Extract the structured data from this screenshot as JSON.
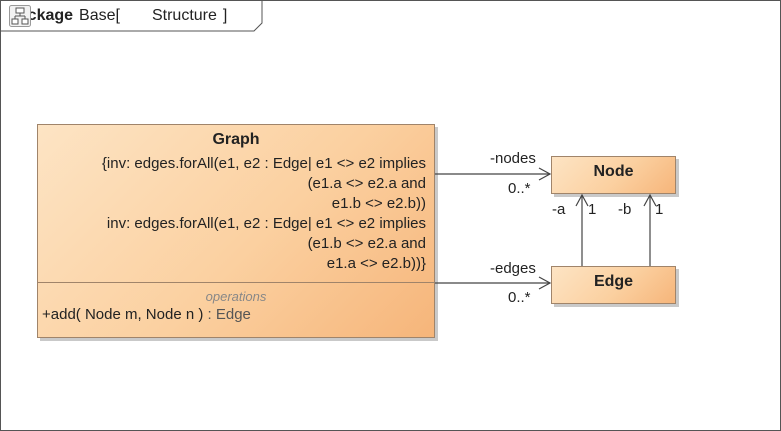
{
  "package": {
    "keyword": "package",
    "name": "Base",
    "open_bracket": "[",
    "diagram_name": "Structure",
    "close_bracket": "]",
    "diagram_icon": "class-diagram-icon"
  },
  "classes": {
    "graph": {
      "name": "Graph",
      "constraints": [
        "{inv: edges.forAll(e1, e2 : Edge| e1 <> e2 implies",
        "(e1.a <> e2.a and",
        "e1.b <> e2.b))",
        "inv: edges.forAll(e1, e2 : Edge| e1 <> e2 implies",
        "(e1.b <> e2.a and",
        "e1.a <> e2.b))}"
      ],
      "operations_title": "operations",
      "operation": "+add( Node m, Node n )",
      "operation_type": " : Edge"
    },
    "node": {
      "name": "Node"
    },
    "edge": {
      "name": "Edge"
    }
  },
  "associations": {
    "graph_nodes": {
      "role": "-nodes",
      "multiplicity": "0..*"
    },
    "graph_edges": {
      "role": "-edges",
      "multiplicity": "0..*"
    },
    "edge_a": {
      "role": "-a",
      "multiplicity": "1"
    },
    "edge_b": {
      "role": "-b",
      "multiplicity": "1"
    }
  },
  "colors": {
    "class_fill_light": "#fde4c4",
    "class_fill_dark": "#f6b57a",
    "class_border": "#a0846a",
    "line": "#444444"
  }
}
